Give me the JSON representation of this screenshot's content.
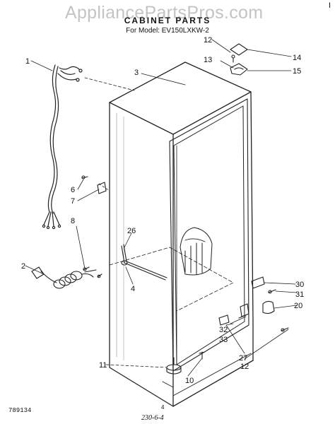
{
  "watermark": "AppliancePartsPros.com",
  "title": "CABINET PARTS",
  "subtitle": "For Model: EV150LXKW-2",
  "corner_mark": "I",
  "footer": {
    "left_code": "789134",
    "center_number": "4",
    "handwritten": "230-6-4"
  },
  "callouts": {
    "c1": "1",
    "c2": "2",
    "c3": "3",
    "c4": "4",
    "c6": "6",
    "c7": "7",
    "c8": "8",
    "c10": "10",
    "c11": "11",
    "c12a": "12",
    "c12b": "12",
    "c13": "13",
    "c14": "14",
    "c15": "15",
    "c20": "20",
    "c26": "26",
    "c27": "27",
    "c30": "30",
    "c31": "31",
    "c32": "32",
    "c33": "33"
  }
}
